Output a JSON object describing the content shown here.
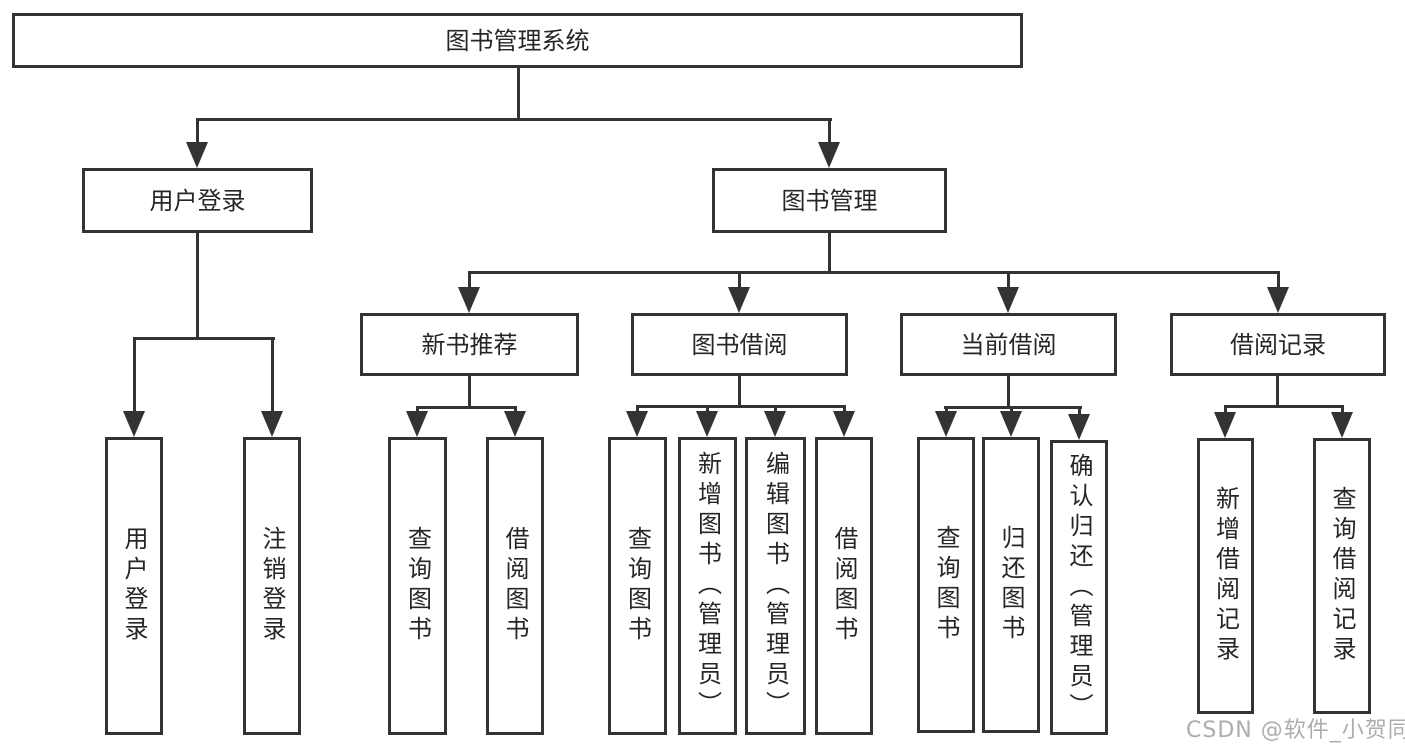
{
  "diagram": {
    "root": {
      "label": "图书管理系统",
      "children": [
        {
          "label": "用户登录",
          "children": [
            {
              "label": "用户登录"
            },
            {
              "label": "注销登录"
            }
          ]
        },
        {
          "label": "图书管理",
          "children": [
            {
              "label": "新书推荐",
              "children": [
                {
                  "label": "查询图书"
                },
                {
                  "label": "借阅图书"
                }
              ]
            },
            {
              "label": "图书借阅",
              "children": [
                {
                  "label": "查询图书"
                },
                {
                  "label": "新增图书（管理员）"
                },
                {
                  "label": "编辑图书（管理员）"
                },
                {
                  "label": "借阅图书"
                }
              ]
            },
            {
              "label": "当前借阅",
              "children": [
                {
                  "label": "查询图书"
                },
                {
                  "label": "归还图书"
                },
                {
                  "label": "确认归还（管理员）"
                }
              ]
            },
            {
              "label": "借阅记录",
              "children": [
                {
                  "label": "新增借阅记录"
                },
                {
                  "label": "查询借阅记录"
                }
              ]
            }
          ]
        }
      ]
    }
  },
  "watermark": {
    "text": "CSDN @软件_小贺同学"
  },
  "colors": {
    "line": "#333333",
    "text": "#262626",
    "background": "#ffffff",
    "watermark": "#a09e9e"
  }
}
